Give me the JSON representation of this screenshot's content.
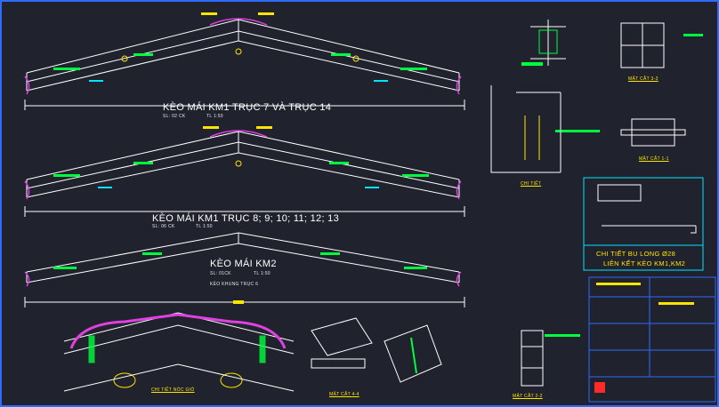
{
  "drawing": {
    "truss_1": {
      "title": "KÈO MÁI KM1 TRỤC 7 VÀ TRỤC 14",
      "sl": "SL: 02 CK",
      "tl": "TL   1:50"
    },
    "truss_2": {
      "title": "KÈO MÁI KM1 TRỤC 8; 9; 10; 11; 12; 13",
      "sl": "SL: 06 CK",
      "tl": "TL   1:50"
    },
    "truss_3": {
      "title": "KÈO MÁI KM2",
      "sl": "SL: 01CK",
      "tl": "TL   1:50",
      "note": "KÈO KHUNG TRỤC 6"
    },
    "captions": {
      "mat_cat_33": "MẶT CẮT 3-3",
      "mat_cat_11": "MẶT CẮT 1-1",
      "mat_cat_44": "MẶT CẮT 4-4",
      "mat_cat_22": "MẶT CẮT 2-2",
      "chi_tiet_noc": "CHI TIẾT NÓC GIÓ",
      "chi_tiet": "CHI TIẾT"
    },
    "bolt_box": {
      "line1": "CHI TIẾT BU LONG Ø28",
      "line2": "LIÊN KẾT KÈO KM1,KM2"
    },
    "colors": {
      "background": "#20222d",
      "truss": "#ffffff",
      "dims": "#ffe500",
      "notes": "#00ff3c",
      "frame": "#2f6bff",
      "tag": "#e040e0",
      "cyan": "#00e5ff",
      "red": "#ff2a2a"
    }
  }
}
